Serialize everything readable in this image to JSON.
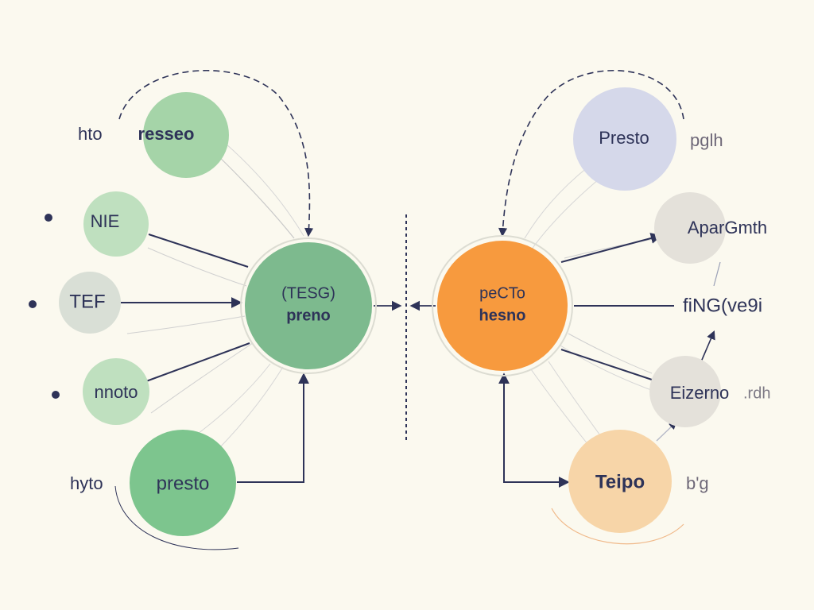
{
  "colors": {
    "background": "#fbf9ef",
    "green_strong": "#7dba8e",
    "green_light": "#a5d4a8",
    "gray_node": "#d9dfd6",
    "orange_strong": "#f79a3e",
    "orange_light": "#f7d5a8",
    "lavender": "#d5d8ea",
    "beige": "#e4e1da",
    "navy": "#2e3358",
    "text_muted": "#7e7a86"
  },
  "left_cluster": {
    "hub": {
      "line1": "(TESG)",
      "line2": "preno"
    },
    "nodes": [
      {
        "label": "resseo",
        "side_label": "hto"
      },
      {
        "label": "NIE"
      },
      {
        "label": "TEF"
      },
      {
        "label": "nnoto"
      },
      {
        "label": "presto",
        "side_label": "hyto"
      }
    ]
  },
  "right_cluster": {
    "hub": {
      "line1": "peCTo",
      "line2": "hesno"
    },
    "nodes": [
      {
        "label": "Presto",
        "side_label": "pglh"
      },
      {
        "label": "AparGmth"
      },
      {
        "label": "fiNG(ve9i"
      },
      {
        "label": "Eizerno",
        "side_label": ".rdh"
      },
      {
        "label": "Teipo",
        "side_label": "b'g"
      }
    ]
  }
}
